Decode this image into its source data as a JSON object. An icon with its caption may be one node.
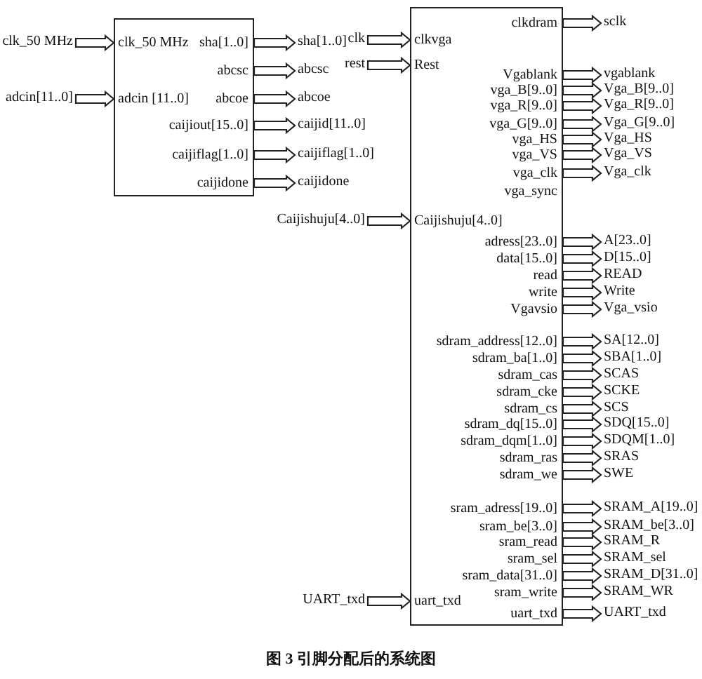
{
  "diagram": {
    "caption": "图 3 引脚分配后的系统图",
    "nodes": [
      {
        "text": [
          "clk_50 MHz",
          "adcin [11..0]",
          "sha[1..0]",
          "abcsc",
          "abcoe",
          "caijiout[15..0]",
          "caijiflag[1..0]",
          "caijidone"
        ]
      },
      {
        "text": [
          "clkvga",
          "Rest",
          "Caijishuju[4..0]",
          "uart_txd",
          "clkdram",
          "Vgablank",
          "vga_B[9..0]",
          "vga_R[9..0]",
          "vga_G[9..0]",
          "vga_HS",
          "vga_VS",
          "vga_clk",
          "vga_sync",
          "adress[23..0]",
          "data[15..0]",
          "read",
          "write",
          "Vgavsio",
          "sdram_address[12..0]",
          "sdram_ba[1..0]",
          "sdram_cas",
          "sdram_cke",
          "sdram_cs",
          "sdram_dq[15..0]",
          "sdram_dqm[1..0]",
          "sdram_ras",
          "sdram_we",
          "sram_adress[19..0]",
          "sram_be[3..0]",
          "sram_read",
          "sram_sel",
          "sram_data[31..0]",
          "sram_write",
          "uart_txd"
        ]
      },
      {
        "text": [
          "clk_50 MHz"
        ]
      },
      {
        "text": [
          "adcin[11..0]"
        ]
      },
      {
        "text": [
          "sha[1..0]"
        ]
      },
      {
        "text": [
          "abcsc"
        ]
      },
      {
        "text": [
          "abcoe"
        ]
      },
      {
        "text": [
          "caijid[11..0]"
        ]
      },
      {
        "text": [
          "caijiflag[1..0]"
        ]
      },
      {
        "text": [
          "caijidone"
        ]
      },
      {
        "text": [
          "clk"
        ]
      },
      {
        "text": [
          "rest"
        ]
      },
      {
        "text": [
          "Caijishuju[4..0]"
        ]
      },
      {
        "text": [
          "UART_txd"
        ]
      },
      {
        "text": [
          "sclk"
        ]
      },
      {
        "text": [
          "vgablank"
        ]
      },
      {
        "text": [
          "Vga_B[9..0]"
        ]
      },
      {
        "text": [
          "Vga_R[9..0]"
        ]
      },
      {
        "text": [
          "Vga_G[9..0]"
        ]
      },
      {
        "text": [
          "Vga_HS"
        ]
      },
      {
        "text": [
          "Vga_VS"
        ]
      },
      {
        "text": [
          "Vga_clk"
        ]
      },
      {
        "text": [
          "A[23..0]"
        ]
      },
      {
        "text": [
          "D[15..0]"
        ]
      },
      {
        "text": [
          "READ"
        ]
      },
      {
        "text": [
          "Write"
        ]
      },
      {
        "text": [
          "Vga_vsio"
        ]
      },
      {
        "text": [
          "SA[12..0]"
        ]
      },
      {
        "text": [
          "SBA[1..0]"
        ]
      },
      {
        "text": [
          "SCAS"
        ]
      },
      {
        "text": [
          "SCKE"
        ]
      },
      {
        "text": [
          "SCS"
        ]
      },
      {
        "text": [
          "SDQ[15..0]"
        ]
      },
      {
        "text": [
          "SDQM[1..0]"
        ]
      },
      {
        "text": [
          "SRAS"
        ]
      },
      {
        "text": [
          "SWE"
        ]
      },
      {
        "text": [
          "SRAM_A[19..0]"
        ]
      },
      {
        "text": [
          "SRAM_be[3..0]"
        ]
      },
      {
        "text": [
          "SRAM_R"
        ]
      },
      {
        "text": [
          "SRAM_sel"
        ]
      },
      {
        "text": [
          "SRAM_D[31..0]"
        ]
      },
      {
        "text": [
          "SRAM_WR"
        ]
      },
      {
        "text": [
          "UART_txd"
        ]
      }
    ],
    "edges": [
      {
        "from": 2,
        "to": 0,
        "arrow": "to"
      },
      {
        "from": 3,
        "to": 0,
        "arrow": "to"
      },
      {
        "from": 0,
        "to": 4,
        "arrow": "to"
      },
      {
        "from": 0,
        "to": 5,
        "arrow": "to"
      },
      {
        "from": 0,
        "to": 6,
        "arrow": "to"
      },
      {
        "from": 0,
        "to": 7,
        "arrow": "to"
      },
      {
        "from": 0,
        "to": 8,
        "arrow": "to"
      },
      {
        "from": 0,
        "to": 9,
        "arrow": "to"
      },
      {
        "from": 10,
        "to": 1,
        "arrow": "to"
      },
      {
        "from": 11,
        "to": 1,
        "arrow": "to"
      },
      {
        "from": 12,
        "to": 1,
        "arrow": "to"
      },
      {
        "from": 13,
        "to": 1,
        "arrow": "to"
      },
      {
        "from": 1,
        "to": 14,
        "arrow": "to"
      },
      {
        "from": 1,
        "to": 15,
        "arrow": "to"
      },
      {
        "from": 1,
        "to": 16,
        "arrow": "to"
      },
      {
        "from": 1,
        "to": 17,
        "arrow": "to"
      },
      {
        "from": 1,
        "to": 18,
        "arrow": "to"
      },
      {
        "from": 1,
        "to": 19,
        "arrow": "to"
      },
      {
        "from": 1,
        "to": 20,
        "arrow": "to"
      },
      {
        "from": 1,
        "to": 21,
        "arrow": "to"
      },
      {
        "from": 1,
        "to": 22,
        "arrow": "to"
      },
      {
        "from": 1,
        "to": 23,
        "arrow": "to"
      },
      {
        "from": 1,
        "to": 24,
        "arrow": "to"
      },
      {
        "from": 1,
        "to": 25,
        "arrow": "to"
      },
      {
        "from": 1,
        "to": 26,
        "arrow": "to"
      },
      {
        "from": 1,
        "to": 27,
        "arrow": "to"
      },
      {
        "from": 1,
        "to": 28,
        "arrow": "to"
      },
      {
        "from": 1,
        "to": 29,
        "arrow": "to"
      },
      {
        "from": 1,
        "to": 30,
        "arrow": "to"
      },
      {
        "from": 1,
        "to": 31,
        "arrow": "to"
      },
      {
        "from": 1,
        "to": 32,
        "arrow": "to"
      },
      {
        "from": 1,
        "to": 33,
        "arrow": "to"
      },
      {
        "from": 1,
        "to": 34,
        "arrow": "to"
      },
      {
        "from": 1,
        "to": 35,
        "arrow": "to"
      },
      {
        "from": 1,
        "to": 36,
        "arrow": "to"
      },
      {
        "from": 1,
        "to": 37,
        "arrow": "to"
      },
      {
        "from": 1,
        "to": 38,
        "arrow": "to"
      },
      {
        "from": 1,
        "to": 39,
        "arrow": "to"
      },
      {
        "from": 1,
        "to": 40,
        "arrow": "to"
      },
      {
        "from": 1,
        "to": 41,
        "arrow": "to"
      },
      {
        "from": 1,
        "to": 42,
        "arrow": "to"
      }
    ]
  }
}
